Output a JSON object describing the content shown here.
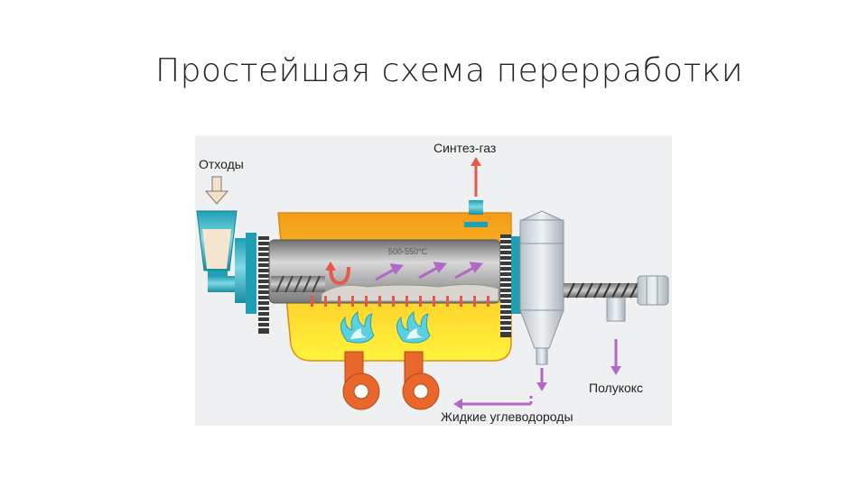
{
  "title": "Простейшая схема перерработки",
  "diagram": {
    "labels": {
      "waste": "Отходы",
      "syngas": "Синтез-газ",
      "semicoke": "Полукокс",
      "liquid_hydrocarbons": "Жидкие углеводороды",
      "temperature": "500-550°C"
    },
    "colors": {
      "furnace_top": "#f7a21b",
      "furnace_bottom": "#fff23c",
      "drum": "#8b8b8b",
      "pipe": "#2fb3c6",
      "flame": "#5ad0e0",
      "arrow_red": "#e8584a",
      "arrow_violet": "#b267c9",
      "burner": "#e9672a",
      "background": "#eef0f2"
    }
  }
}
